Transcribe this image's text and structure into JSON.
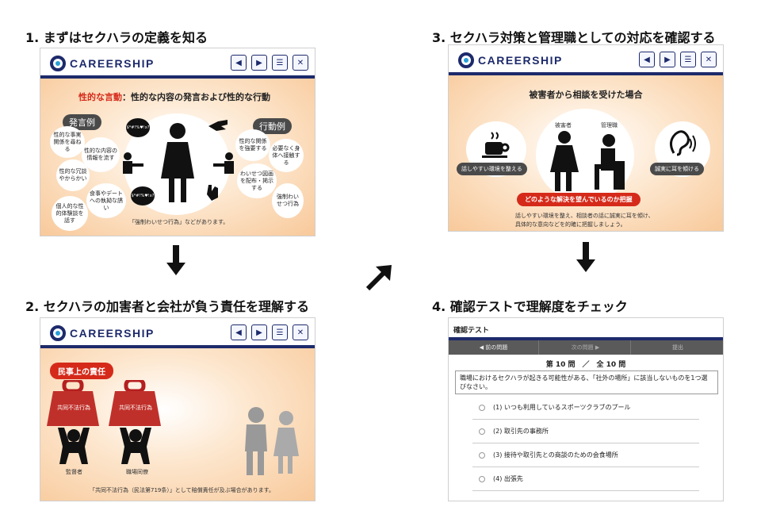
{
  "steps": {
    "s1": "1. まずはセクハラの定義を知る",
    "s2": "2. セクハラの加害者と会社が負う責任を理解する",
    "s3": "3. セクハラ対策と管理職としての対応を確認する",
    "s4": "4. 確認テストで理解度をチェック"
  },
  "brand": "CAREERSHIP",
  "nav_icons": [
    "prev-icon",
    "next-icon",
    "document-icon",
    "close-icon"
  ],
  "panel1": {
    "heading_red": "性的な言動",
    "heading_rest": "：性的な内容の発言および性的な行動",
    "tag_speech": "発言例",
    "tag_action": "行動例",
    "speech": [
      "性的な事実関係を尋ねる",
      "性的な内容の情報を流す",
      "性的な冗談やからかい",
      "食事やデートへの執拗な誘い",
      "個人的な性的体験談を話す"
    ],
    "actions": [
      "性的な関係を強要する",
      "必要なく身体へ接触する",
      "わいせつ図画を配布・掲示する",
      "強制わいせつ行為"
    ],
    "symbols": "$*#!%♥!x?",
    "footer": "「強制わいせつ行為」などがあります。"
  },
  "panel2": {
    "tag": "民事上の責任",
    "weight_label": "共同不法行為",
    "person1": "監督者",
    "person2": "職場同僚",
    "footer": "「共同不法行為（民法第719条）」として賠償責任が及ぶ場合があります。"
  },
  "panel3": {
    "title": "被害者から相談を受けた場合",
    "victim": "被害者",
    "manager": "管理職",
    "left_label": "話しやすい環境を整える",
    "right_label": "誠実に耳を傾ける",
    "red_banner": "どのような解決を望んでいるのか把握",
    "desc1": "話しやすい環境を整え、相談者の話に誠実に耳を傾け、",
    "desc2": "具体的な意向などを的確に把握しましょう。"
  },
  "panel4": {
    "title": "確認テスト",
    "prev": "◀ 前の問題",
    "next": "次の問題 ▶",
    "submit": "提出",
    "counter": "第 10 問　／　全 10 問",
    "question": "職場におけるセクハラが起きる可能性がある、「社外の場所」に該当しないものを1つ選びなさい。",
    "options": [
      "(1) いつも利用しているスポーツクラブのプール",
      "(2) 取引先の事務所",
      "(3) 接待や取引先との商談のための会食場所",
      "(4) 出張先"
    ]
  },
  "colors": {
    "navy": "#1d2a6b",
    "red": "#d52a1a",
    "peach": "#f8c99a"
  }
}
